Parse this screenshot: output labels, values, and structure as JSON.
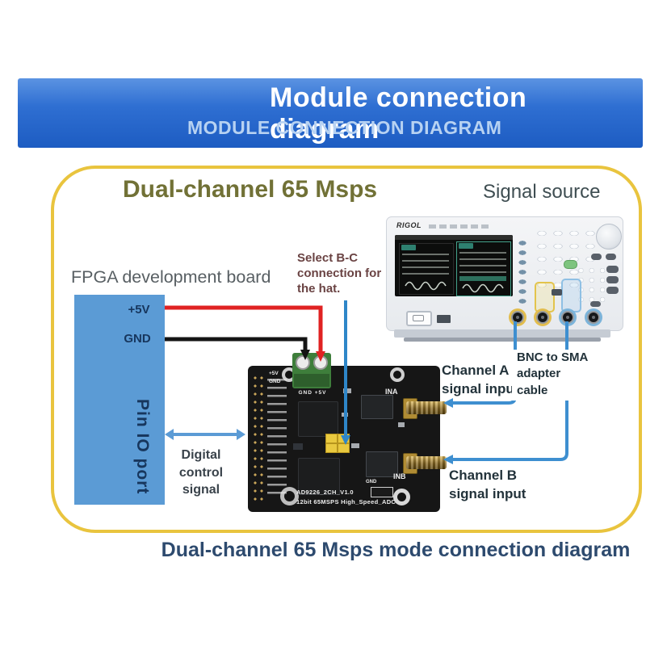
{
  "banner": {
    "title": "Module connection diagram",
    "subtitle": "MODULE CONNECTION DIAGRAM"
  },
  "card": {
    "title": "Dual-channel 65 Msps",
    "signal_source": "Signal source"
  },
  "fpga": {
    "heading": "FPGA development board",
    "pin_5v": "+5V",
    "pin_gnd": "GND",
    "port_label": "Pin IO port"
  },
  "annotations": {
    "select_bc": "Select B-C\nconnection for\nthe hat.",
    "digital_control": "Digital\ncontrol\nsignal",
    "channel_a": "Channel A\nsignal input",
    "bnc_sma": "BNC to SMA\nadapter\ncable",
    "channel_b": "Channel B\nsignal input"
  },
  "board": {
    "silkscreen_line1": "AD9226_2CH_V1.0",
    "silkscreen_line2": "12bit 65MSPS High_Speed_ADC",
    "ina": "INA",
    "inb": "INB",
    "pin_5v": "+5V",
    "pin_gnd": "GND",
    "terminal_labels": "GND +5V",
    "gnd_small": "GND"
  },
  "generator": {
    "brand": "RIGOL"
  },
  "caption": "Dual-channel 65 Msps mode connection diagram",
  "colors": {
    "banner_blue": "#2a66cb",
    "card_border_gold": "#e9c43e",
    "fpga_board_blue": "#5b9bd5",
    "wire_red": "#e02222",
    "wire_black": "#111111",
    "cable_blue": "#3e8fd0",
    "title_olive": "#717136",
    "caption_navy": "#2d4a6e"
  }
}
